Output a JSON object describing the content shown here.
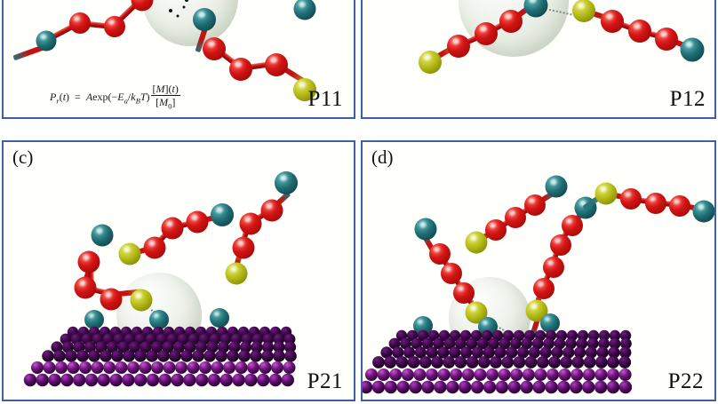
{
  "figure": {
    "background": "#ffffff",
    "panel_border_color": "#3c5fa6",
    "panel_face_color": "#fffffb"
  },
  "colors": {
    "atom_red": "#c41111",
    "atom_teal": "#23767c",
    "atom_yellow": "#b6bb16",
    "atom_purple": "#5d0f6c",
    "bubble": "#e4e9de",
    "label_text": "#101010"
  },
  "panels": [
    {
      "id": "panel-a",
      "panel_letter": "",
      "corner_label": "P11",
      "has_substrate": false,
      "has_equation": true,
      "has_reaction_dots": true
    },
    {
      "id": "panel-b",
      "panel_letter": "",
      "corner_label": "P12",
      "has_substrate": false,
      "has_equation": false,
      "has_reaction_dots": false
    },
    {
      "id": "panel-c",
      "panel_letter": "(c)",
      "corner_label": "P21",
      "has_substrate": true,
      "has_equation": false,
      "has_reaction_dots": false
    },
    {
      "id": "panel-d",
      "panel_letter": "(d)",
      "corner_label": "P22",
      "has_substrate": true,
      "has_equation": false,
      "has_reaction_dots": false
    }
  ],
  "equation": {
    "lhs": "P",
    "lhs_sub": "r",
    "lhs_arg": "(t) = ",
    "prefactor": "A",
    "exp_open": "exp(−",
    "ea": "E",
    "ea_sub": "a",
    "over_kb": "/k",
    "kb_sub": "B",
    "temp": "T)",
    "frac_num": "[M](t)",
    "frac_den": "[M",
    "frac_den_sub": "0",
    "frac_den_close": "]",
    "plain_text": "P_r(t) = A exp(-E_a/k_B T) [M](t)/[M_0]"
  },
  "legend_semantics": {
    "red_sphere": "polymer backbone bead",
    "teal_sphere": "chain end / anchor bead",
    "yellow_sphere": "reactive end bead",
    "purple_slab": "crystalline substrate surface",
    "pale_sphere": "reaction / interaction volume",
    "dashed_line": "weak bond"
  }
}
